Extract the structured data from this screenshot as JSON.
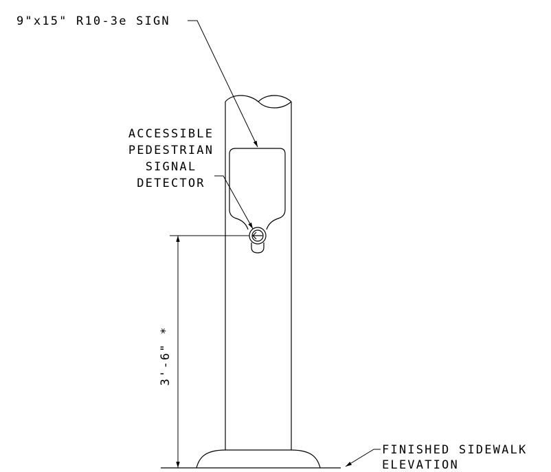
{
  "labels": {
    "sign": "9\"x15\" R10-3e SIGN",
    "detector_line1": "ACCESSIBLE",
    "detector_line2": "PEDESTRIAN",
    "detector_line3": "SIGNAL",
    "detector_line4": "DETECTOR",
    "dimension": "3'-6\" *",
    "sidewalk_line1": "FINISHED SIDEWALK",
    "sidewalk_line2": "ELEVATION"
  }
}
